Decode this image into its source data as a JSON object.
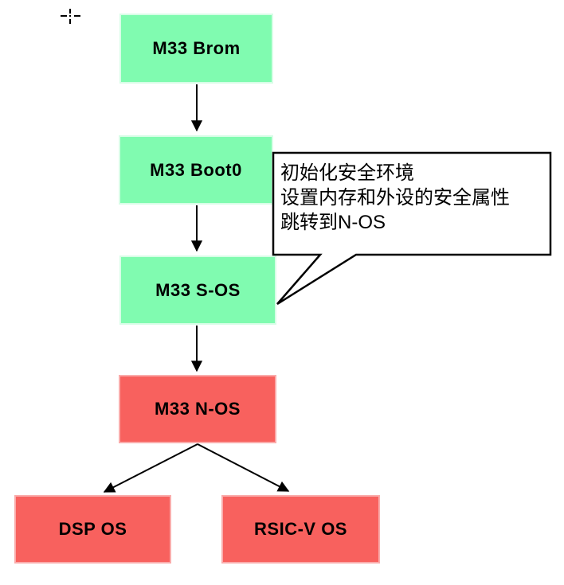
{
  "diagram": {
    "title": "M33 boot flow diagram",
    "colors": {
      "background": "#ffffff",
      "green_fill": "#80FBB0",
      "green_border": "#D8FDE7",
      "red_fill": "#F8615E",
      "red_border": "#FAACAB",
      "line": "#000000",
      "callout_fill": "#ffffff",
      "callout_border": "#000000"
    },
    "nodes": [
      {
        "id": "m33-brom",
        "label": "M33 Brom",
        "color": "green"
      },
      {
        "id": "m33-boot0",
        "label": "M33 Boot0",
        "color": "green"
      },
      {
        "id": "m33-s-os",
        "label": "M33 S-OS",
        "color": "green"
      },
      {
        "id": "m33-n-os",
        "label": "M33 N-OS",
        "color": "red"
      },
      {
        "id": "dsp-os",
        "label": "DSP OS",
        "color": "red"
      },
      {
        "id": "rsic-v-os",
        "label": "RSIC-V OS",
        "color": "red"
      }
    ],
    "edges": [
      {
        "from": "m33-brom",
        "to": "m33-boot0",
        "style": "arrow-down"
      },
      {
        "from": "m33-boot0",
        "to": "m33-s-os",
        "style": "arrow-down"
      },
      {
        "from": "m33-s-os",
        "to": "m33-n-os",
        "style": "arrow-down"
      },
      {
        "from": "m33-n-os",
        "to": "dsp-os",
        "style": "arrow-diagonal"
      },
      {
        "from": "m33-n-os",
        "to": "rsic-v-os",
        "style": "arrow-diagonal"
      }
    ],
    "callout": {
      "attached_to": "m33-s-os",
      "line1": "初始化安全环境",
      "line2": "设置内存和外设的安全属性",
      "line3": "跳转到N-OS"
    }
  }
}
